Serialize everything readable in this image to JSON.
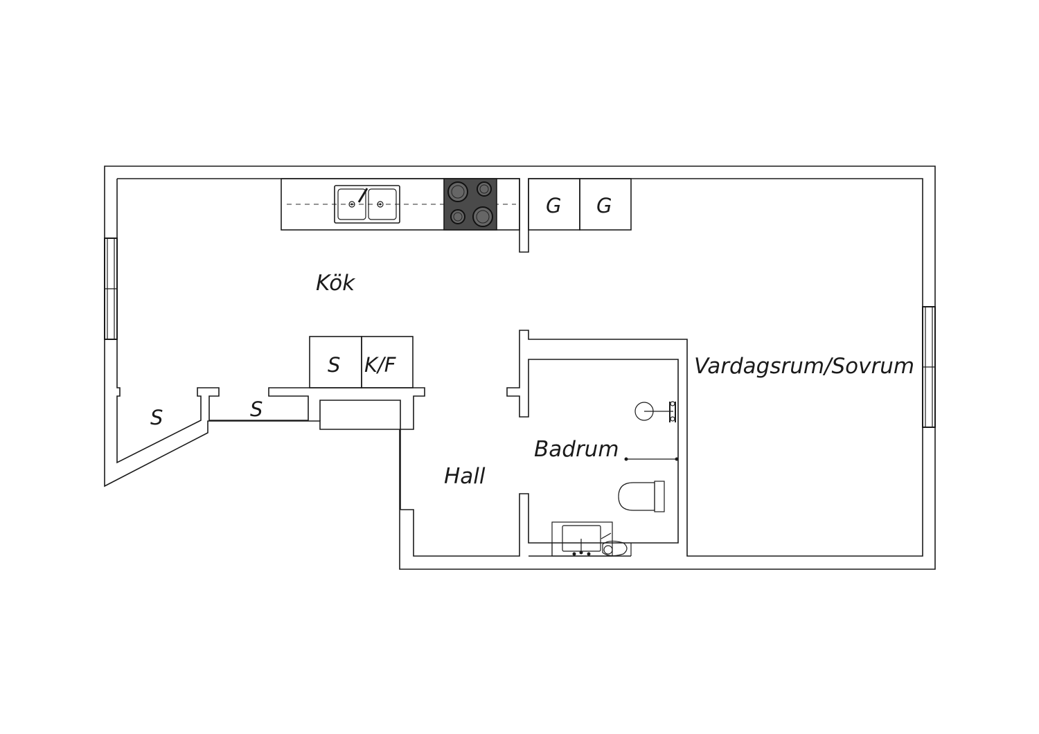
{
  "floorplan": {
    "rooms": {
      "kitchen": "Kök",
      "living": "Vardagsrum/Sovrum",
      "bathroom": "Badrum",
      "hall": "Hall"
    },
    "storage": {
      "s1": "S",
      "s2": "S",
      "s3": "S",
      "kf": "K/F",
      "g1": "G",
      "g2": "G"
    },
    "colors": {
      "wall": "#1a1a1a",
      "stove": "#4a4a4a"
    }
  }
}
